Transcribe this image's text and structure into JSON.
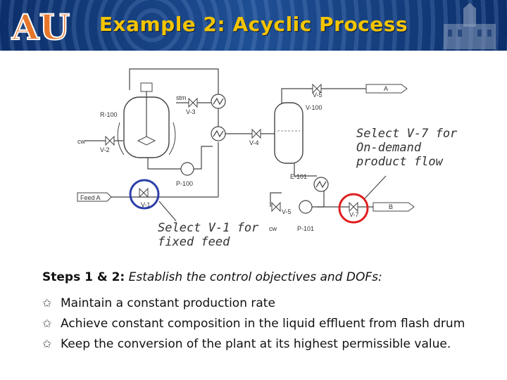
{
  "slide": {
    "title": "Example 2: Acyclic Process",
    "logo_text": "AU",
    "colors": {
      "banner": "#1f4f94",
      "title": "#f4c400",
      "highlight": "#e02020",
      "highlight_blue": "#2b3fa8"
    }
  },
  "diagram": {
    "labels": {
      "r100": "R-100",
      "stm": "stm",
      "cw_left": "cw",
      "cw_bottom": "cw",
      "v1": "V-1",
      "v2": "V-2",
      "v3": "V-3",
      "v4": "V-4",
      "v5a": "V-5",
      "v5b": "V-5",
      "v7": "V-7",
      "v100": "V-100",
      "e101": "E-101",
      "p100": "P-100",
      "p101": "P-101",
      "feed": "Feed A",
      "stream_a": "A",
      "stream_b": "B"
    }
  },
  "annotations": {
    "v7": [
      "Select V-7 for",
      "On-demand",
      "product flow"
    ],
    "v1": [
      "Select V-1 for",
      "fixed feed"
    ]
  },
  "steps": {
    "lead": "Steps 1 & 2:",
    "text": "Establish the control objectives and DOFs:",
    "bullets": [
      "Maintain a constant production rate",
      "Achieve constant composition in the liquid effluent from flash drum",
      "Keep the conversion of the plant at its highest permissible value."
    ],
    "bullet_icon": "star-icon"
  }
}
